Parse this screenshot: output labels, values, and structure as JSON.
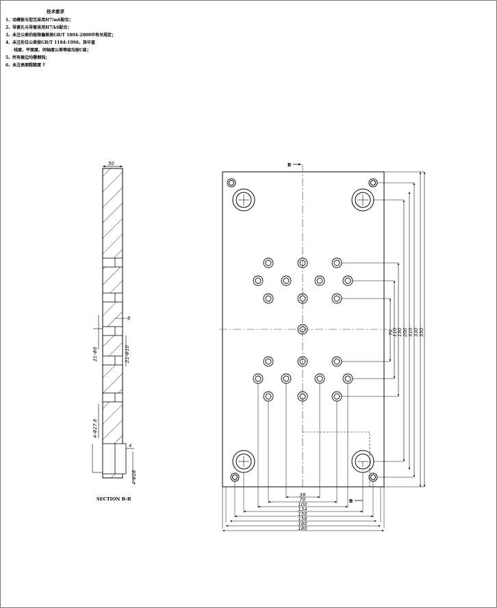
{
  "notes": {
    "title": "技术要求",
    "items": [
      "1、动模板与型芯采用H7/m6配合；",
      "2、导套孔与导套采用H7/k6配合；",
      "3、未注公差的极限偏差按GB/T 1804-2000中有关规定；",
      "4、未注形位公差按GB/T 1184-1996，其中直",
      "　　线度、平面度、同轴度公差等级均按C级；",
      "5、所有棱边均需倒钝；",
      "6、未注表面粗糙度 ∜"
    ]
  },
  "section": {
    "label": "SECTION B-B",
    "thickness": "50",
    "dim_step": "6",
    "dim_hole_small": "21-Φ6",
    "dim_hole_large": "21-Φ10",
    "dim_guide_hole": "4-Φ27.8",
    "dim_counterbore": "4-Φ28",
    "dim_offset": "4"
  },
  "plan": {
    "cut_marker_top": "B",
    "cut_marker_bottom": "B",
    "vertical_dims": [
      "70",
      "110",
      "150",
      "200",
      "310",
      "330",
      "350"
    ],
    "horizontal_dims": [
      "38",
      "70",
      "100",
      "134",
      "150",
      "156",
      "180",
      "180"
    ]
  },
  "colors": {
    "line": "#000000",
    "center": "#333333",
    "hatch": "#000000"
  }
}
